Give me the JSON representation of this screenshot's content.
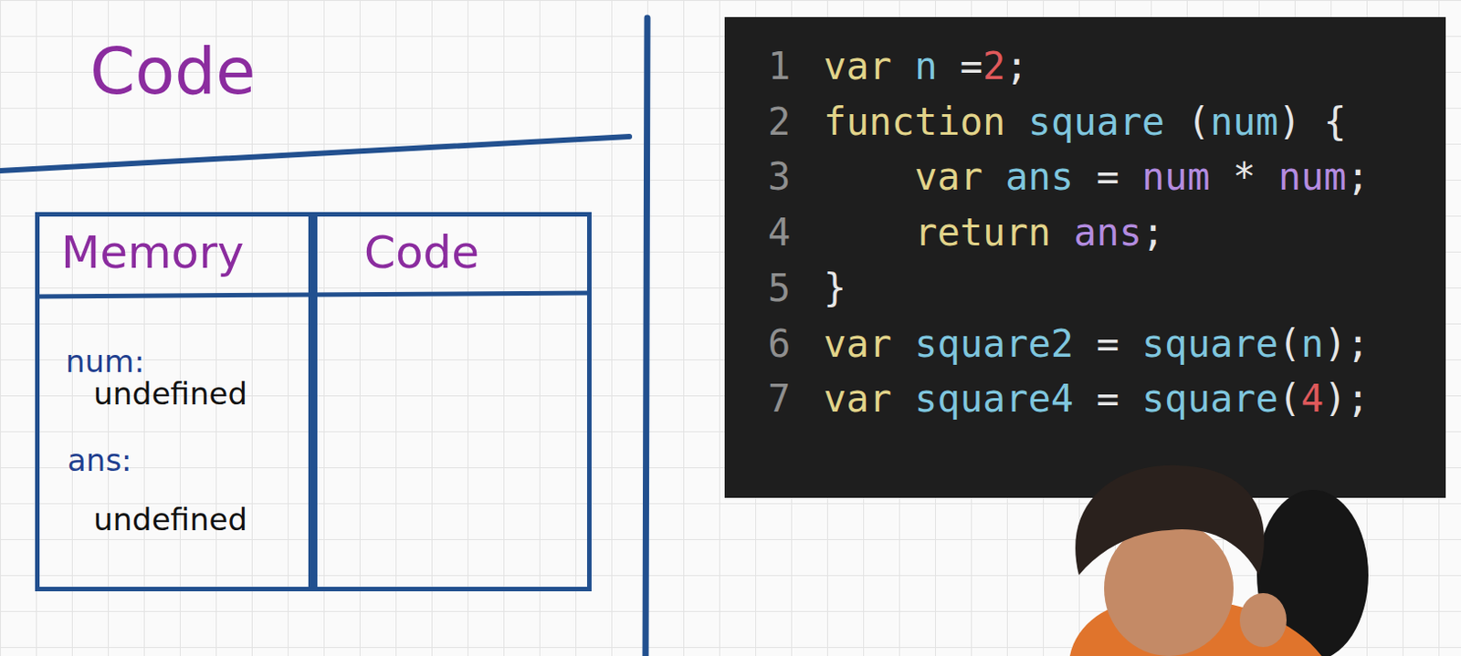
{
  "diagram": {
    "nodes": [
      {
        "text": [
          "Memory",
          "num:",
          "undefined",
          "ans:",
          "undefined"
        ]
      },
      {
        "text": [
          "Code"
        ]
      },
      {
        "text": [
          "1",
          "var n =2;",
          "2",
          "function square (num) {",
          "3",
          "var ans = num * num;",
          "4",
          "return ans;",
          "5",
          "}",
          "6",
          "var square2 = square(n);",
          "7",
          "var square4 = square(4);"
        ]
      }
    ],
    "labels": [
      "Code"
    ]
  }
}
